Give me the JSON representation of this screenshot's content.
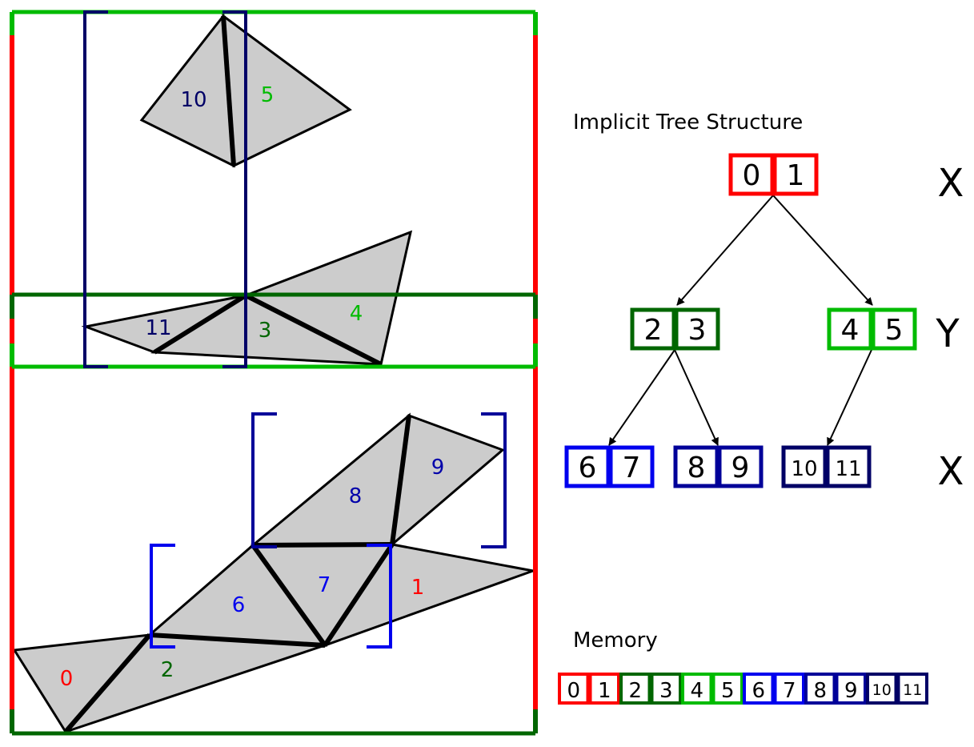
{
  "colors": {
    "red": "#ff0000",
    "light_green": "#00bb00",
    "dark_green": "#006600",
    "blue": "#0000ee",
    "mid_blue": "#000099",
    "navy": "#000066",
    "triangle_fill": "#cccccc",
    "black": "#000000"
  },
  "titles": {
    "tree": "Implicit Tree Structure",
    "memory": "Memory"
  },
  "axes": {
    "level0": "X",
    "level1": "Y",
    "level2": "X"
  },
  "triangles": [
    "0",
    "1",
    "2",
    "3",
    "4",
    "5",
    "6",
    "7",
    "8",
    "9",
    "10",
    "11"
  ],
  "tree_nodes": {
    "n01": [
      "0",
      "1"
    ],
    "n23": [
      "2",
      "3"
    ],
    "n45": [
      "4",
      "5"
    ],
    "n67": [
      "6",
      "7"
    ],
    "n89": [
      "8",
      "9"
    ],
    "n1011": [
      "10",
      "11"
    ]
  },
  "memory": [
    "0",
    "1",
    "2",
    "3",
    "4",
    "5",
    "6",
    "7",
    "8",
    "9",
    "10",
    "11"
  ]
}
